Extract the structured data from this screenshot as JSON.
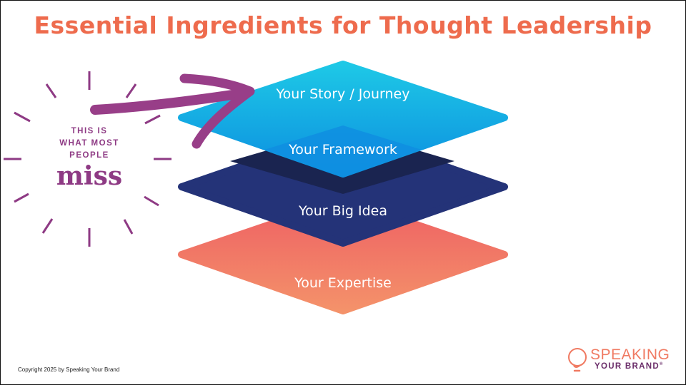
{
  "title": "Essential Ingredients for Thought Leadership",
  "layers": [
    {
      "label": "Your Story / Journey",
      "color": "#18b5e8"
    },
    {
      "label": "Your Framework",
      "color": "#0f90dc"
    },
    {
      "label": "Your Big Idea",
      "color": "#243378"
    },
    {
      "label": "Your Expertise",
      "color": "#f28a6a"
    }
  ],
  "callout": {
    "line1": "THIS IS",
    "line2": "WHAT MOST",
    "line3": "PEOPLE",
    "emphasis": "miss",
    "color": "#8e3a84"
  },
  "footer": {
    "copyright": "Copyright 2025 by Speaking Your Brand"
  },
  "logo": {
    "top": "SPEAKING",
    "bottom": "YOUR BRAND",
    "mark": "®"
  }
}
